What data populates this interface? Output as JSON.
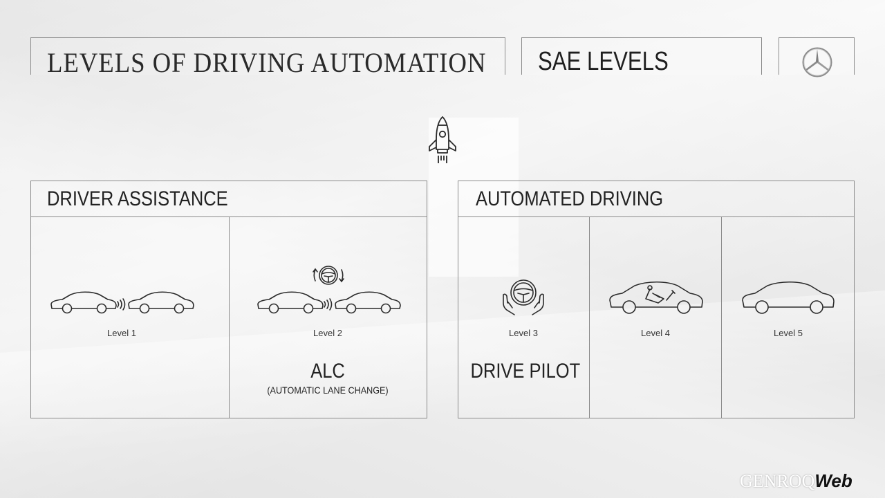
{
  "header": {
    "title": "LEVELS OF DRIVING AUTOMATION",
    "sae": "SAE LEVELS",
    "logo_icon": "mercedes-star-icon"
  },
  "rocket_icon": "rocket-icon",
  "driver_assistance": {
    "title": "DRIVER ASSISTANCE",
    "levels": [
      {
        "label": "Level 1",
        "icon": "two-cars-distance-icon"
      },
      {
        "label": "Level 2",
        "icon": "two-cars-steering-icon",
        "name": "ALC",
        "subtitle": "(AUTOMATIC LANE CHANGE)"
      }
    ]
  },
  "automated_driving": {
    "title": "AUTOMATED DRIVING",
    "levels": [
      {
        "label": "Level 3",
        "icon": "hands-off-steering-wheel-icon",
        "name": "DRIVE PILOT"
      },
      {
        "label": "Level 4",
        "icon": "car-reclined-seat-icon"
      },
      {
        "label": "Level 5",
        "icon": "car-icon"
      }
    ]
  },
  "watermark": {
    "part1": "GENROQ",
    "part2": "Web"
  }
}
